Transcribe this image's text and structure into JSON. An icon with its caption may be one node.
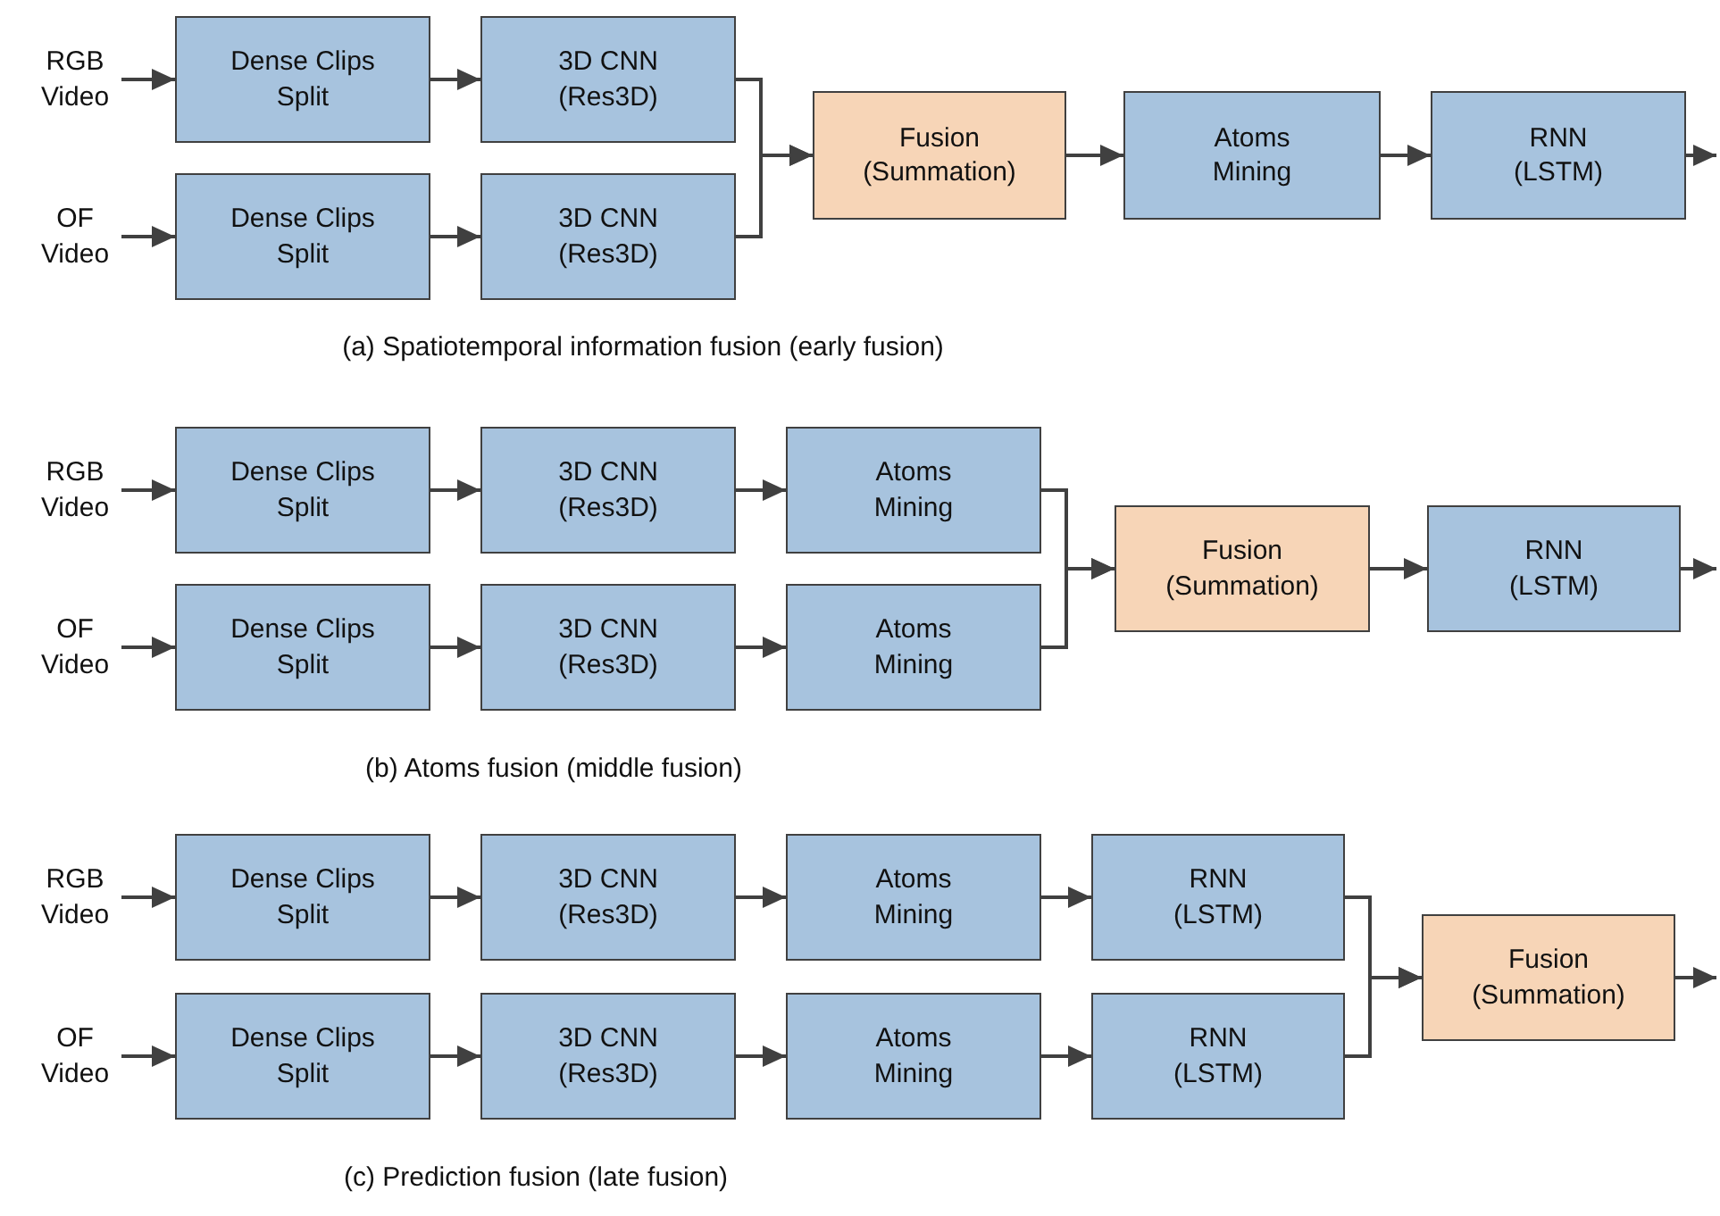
{
  "diagram": {
    "nodes": [
      {
        "text": [
          "RGB Video"
        ]
      },
      {
        "text": [
          "Dense Clips Split"
        ]
      },
      {
        "text": [
          "3D CNN (Res3D)"
        ]
      },
      {
        "text": [
          "OF Video"
        ]
      },
      {
        "text": [
          "Dense Clips Split"
        ]
      },
      {
        "text": [
          "3D CNN (Res3D)"
        ]
      },
      {
        "text": [
          "Fusion (Summation)"
        ]
      },
      {
        "text": [
          "Atoms Mining"
        ]
      },
      {
        "text": [
          "RNN (LSTM)"
        ]
      },
      {
        "text": [
          "RGB Video"
        ]
      },
      {
        "text": [
          "Dense Clips Split"
        ]
      },
      {
        "text": [
          "3D CNN (Res3D)"
        ]
      },
      {
        "text": [
          "Atoms Mining"
        ]
      },
      {
        "text": [
          "OF Video"
        ]
      },
      {
        "text": [
          "Dense Clips Split"
        ]
      },
      {
        "text": [
          "3D CNN (Res3D)"
        ]
      },
      {
        "text": [
          "Atoms Mining"
        ]
      },
      {
        "text": [
          "Fusion (Summation)"
        ]
      },
      {
        "text": [
          "RNN (LSTM)"
        ]
      },
      {
        "text": [
          "RGB Video"
        ]
      },
      {
        "text": [
          "Dense Clips Split"
        ]
      },
      {
        "text": [
          "3D CNN (Res3D)"
        ]
      },
      {
        "text": [
          "Atoms Mining"
        ]
      },
      {
        "text": [
          "RNN (LSTM)"
        ]
      },
      {
        "text": [
          "OF Video"
        ]
      },
      {
        "text": [
          "Dense Clips Split"
        ]
      },
      {
        "text": [
          "3D CNN (Res3D)"
        ]
      },
      {
        "text": [
          "Atoms Mining"
        ]
      },
      {
        "text": [
          "RNN (LSTM)"
        ]
      },
      {
        "text": [
          "Fusion (Summation)"
        ]
      }
    ],
    "edges": [
      {
        "from": 0,
        "to": 1,
        "arrow": "to"
      },
      {
        "from": 1,
        "to": 2,
        "arrow": "to"
      },
      {
        "from": 3,
        "to": 4,
        "arrow": "to"
      },
      {
        "from": 4,
        "to": 5,
        "arrow": "to"
      },
      {
        "from": 2,
        "to": 6,
        "arrow": "to"
      },
      {
        "from": 5,
        "to": 6,
        "arrow": "to"
      },
      {
        "from": 6,
        "to": 7,
        "arrow": "to"
      },
      {
        "from": 7,
        "to": 8,
        "arrow": "to"
      },
      {
        "from": 8,
        "to": null,
        "arrow": "to"
      },
      {
        "from": 9,
        "to": 10,
        "arrow": "to"
      },
      {
        "from": 10,
        "to": 11,
        "arrow": "to"
      },
      {
        "from": 11,
        "to": 12,
        "arrow": "to"
      },
      {
        "from": 13,
        "to": 14,
        "arrow": "to"
      },
      {
        "from": 14,
        "to": 15,
        "arrow": "to"
      },
      {
        "from": 15,
        "to": 16,
        "arrow": "to"
      },
      {
        "from": 12,
        "to": 17,
        "arrow": "to"
      },
      {
        "from": 16,
        "to": 17,
        "arrow": "to"
      },
      {
        "from": 17,
        "to": 18,
        "arrow": "to"
      },
      {
        "from": 18,
        "to": null,
        "arrow": "to"
      },
      {
        "from": 19,
        "to": 20,
        "arrow": "to"
      },
      {
        "from": 20,
        "to": 21,
        "arrow": "to"
      },
      {
        "from": 21,
        "to": 22,
        "arrow": "to"
      },
      {
        "from": 22,
        "to": 23,
        "arrow": "to"
      },
      {
        "from": 24,
        "to": 25,
        "arrow": "to"
      },
      {
        "from": 25,
        "to": 26,
        "arrow": "to"
      },
      {
        "from": 26,
        "to": 27,
        "arrow": "to"
      },
      {
        "from": 27,
        "to": 28,
        "arrow": "to"
      },
      {
        "from": 23,
        "to": 29,
        "arrow": "to"
      },
      {
        "from": 28,
        "to": 29,
        "arrow": "to"
      },
      {
        "from": 29,
        "to": null,
        "arrow": "to"
      }
    ],
    "labels": [
      "(a) Spatiotemporal information fusion (early fusion)",
      "(b) Atoms fusion (middle fusion)",
      "(c) Prediction fusion (late fusion)"
    ]
  }
}
